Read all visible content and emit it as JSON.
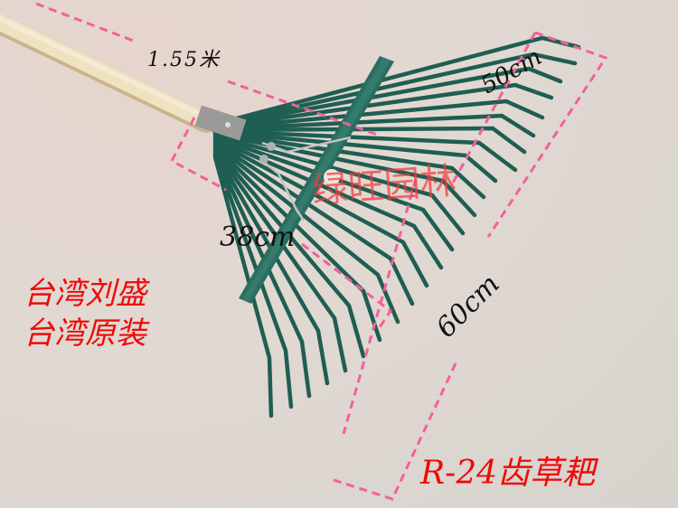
{
  "image": {
    "subject": "garden leaf rake with wooden handle and green steel tines",
    "background_color": "#ddd6d0",
    "tine_color": "#1f5e52",
    "handle_color": "#ecdcb6",
    "dimension_line_color": "#f4609a"
  },
  "dimensions": {
    "handle_length": "1.55米",
    "tine_width": "50cm",
    "head_span": "38cm",
    "head_length": "60cm"
  },
  "labels": {
    "brand_line_1": "台湾刘盛",
    "brand_line_2": "台湾原装",
    "product_name": "R-24齿草耙",
    "watermark": "绿旺园林"
  }
}
